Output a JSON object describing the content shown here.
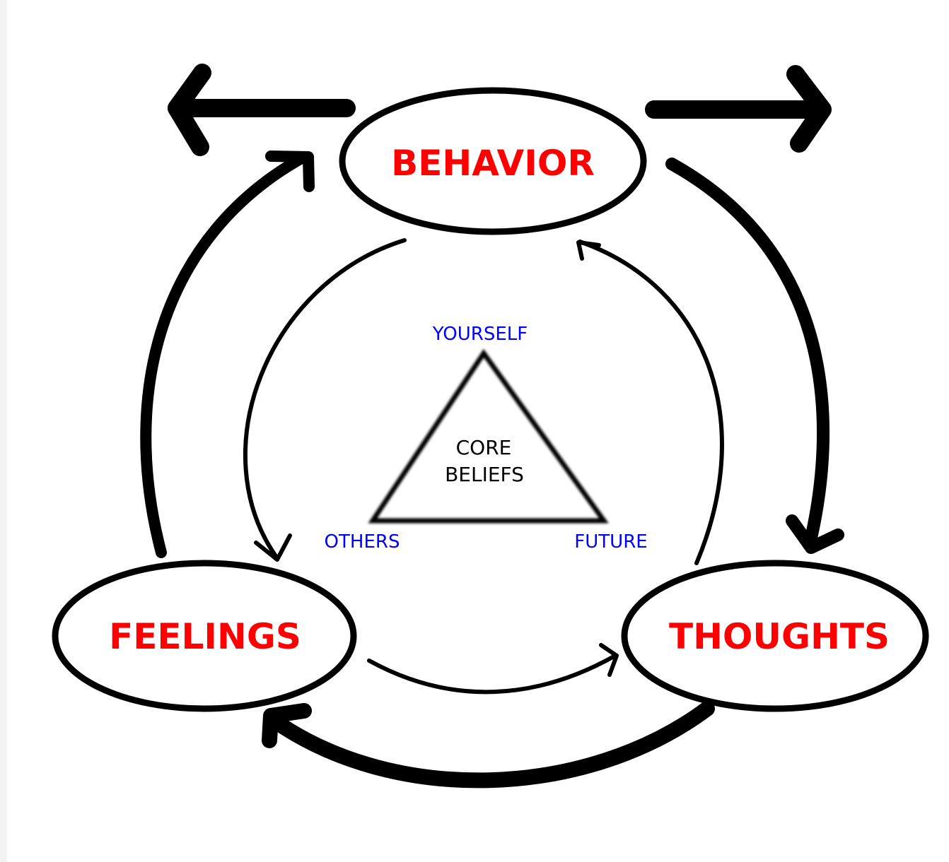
{
  "colors": {
    "node_text": "#ff0000",
    "corner_text": "#0000ff",
    "center_text": "#000000",
    "lines": "#000000"
  },
  "nodes": {
    "behavior": "BEHAVIOR",
    "feelings": "FEELINGS",
    "thoughts": "THOUGHTS"
  },
  "triangle": {
    "top": "YOURSELF",
    "left": "OTHERS",
    "right": "FUTURE",
    "center_line1": "CORE",
    "center_line2": "BELIEFS"
  }
}
